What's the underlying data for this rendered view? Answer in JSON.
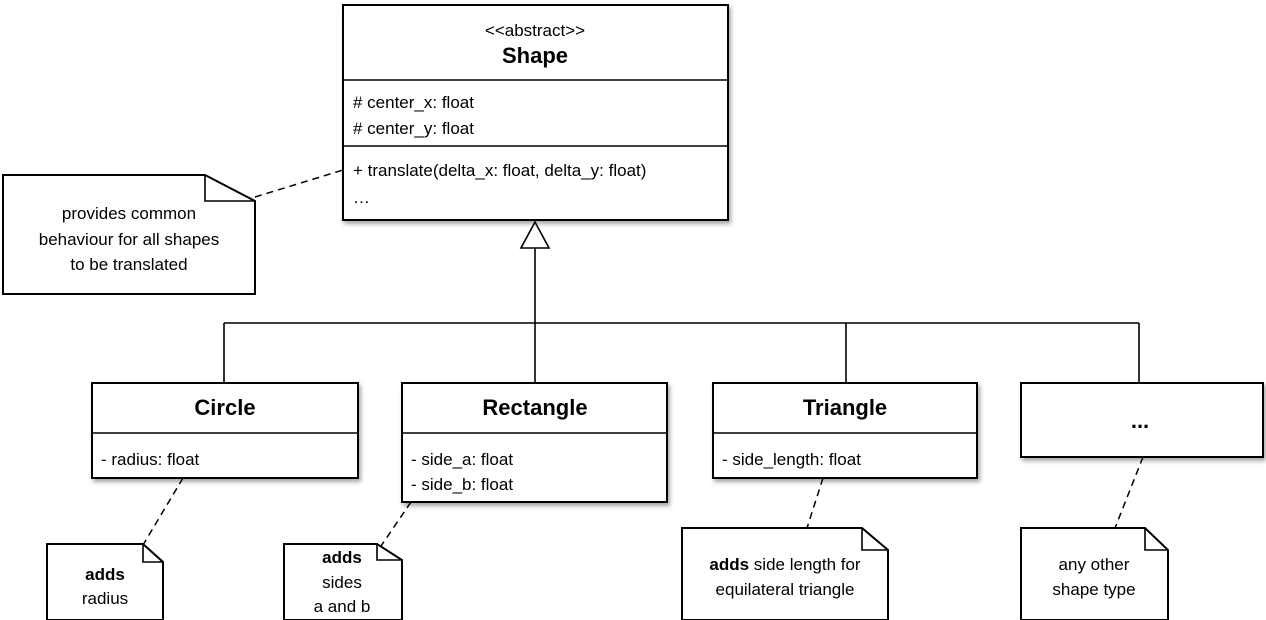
{
  "abstract_class": {
    "stereotype": "<<abstract>>",
    "name": "Shape",
    "attributes": [
      "# center_x: float",
      "# center_y: float"
    ],
    "methods": [
      "+ translate(delta_x: float, delta_y: float)",
      "…"
    ]
  },
  "subclasses": [
    {
      "name": "Circle",
      "attributes": [
        "- radius: float"
      ]
    },
    {
      "name": "Rectangle",
      "attributes": [
        "- side_a: float",
        "- side_b: float"
      ]
    },
    {
      "name": "Triangle",
      "attributes": [
        "- side_length: float"
      ]
    },
    {
      "name": "..."
    }
  ],
  "notes": {
    "shape": [
      "provides common",
      "behaviour for all shapes",
      "to be translated"
    ],
    "circle": {
      "bold": "adds",
      "lines": [
        "radius"
      ]
    },
    "rectangle": {
      "bold": "adds",
      "lines": [
        "sides",
        "a and b"
      ]
    },
    "triangle": {
      "bold": "adds",
      "rest": " side length for",
      "lines": [
        "equilateral triangle"
      ]
    },
    "other": [
      "any other",
      "shape type"
    ]
  }
}
